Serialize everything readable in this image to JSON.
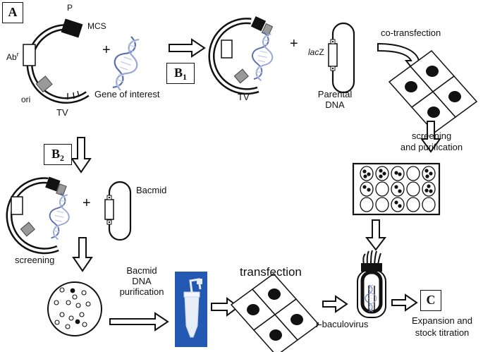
{
  "labels": {
    "panel_a": "A",
    "b1_main": "B",
    "b1_sub": "1",
    "b2_main": "B",
    "b2_sub": "2",
    "panel_c": "C",
    "promoter": "P",
    "mcs": "MCS",
    "abr_main": "Ab",
    "abr_sup": "r",
    "ori": "ori",
    "tv_left": "TV",
    "tv_mid": "TV",
    "plus_1": "+",
    "plus_2": "+",
    "plus_3": "+",
    "gene_of_interest": "Gene of interest",
    "lacz_italic": "lac",
    "lacz_rest": "Z",
    "parental_dna_l1": "Parental",
    "parental_dna_l2": "DNA",
    "co_transfection": "co-transfection",
    "screening_purification_l1": "screening",
    "screening_purification_l2": "and purification",
    "bacmid": "Bacmid",
    "screening": "screening",
    "bacmid_dna_l1": "Bacmid",
    "bacmid_dna_l2": "DNA",
    "bacmid_dna_l3": "purification",
    "transfection": "transfection",
    "r_baculovirus": "r-baculovirus",
    "expansion_l1": "Expansion and",
    "expansion_l2": "stock titration"
  }
}
